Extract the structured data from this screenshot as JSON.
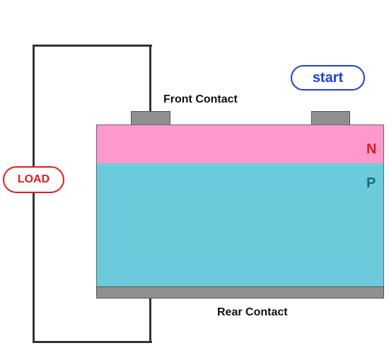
{
  "load_label": "LOAD",
  "start_button_label": "start",
  "front_contact_label": "Front Contact",
  "rear_contact_label": "Rear Contact",
  "n_layer_label": "N",
  "p_layer_label": "P",
  "colors": {
    "n_layer": "#ff99cc",
    "p_layer": "#6ccbdb",
    "contact": "#8f8f8f",
    "wire": "#333333",
    "load_accent": "#e21b1b",
    "start_accent": "#1f3fdc",
    "p_label": "#1c6a74"
  }
}
